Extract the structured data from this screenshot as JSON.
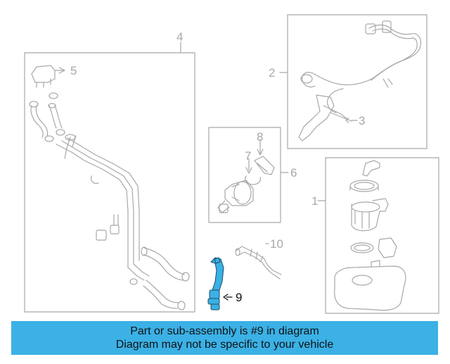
{
  "callouts": {
    "c1": "1",
    "c2": "2",
    "c3": "3",
    "c4": "4",
    "c5": "5",
    "c6": "6",
    "c7": "7",
    "c8": "8",
    "c9": "9",
    "c10": "10"
  },
  "highlighted_part": "9",
  "colors": {
    "line": "#a8a8a8",
    "highlight": "#3ab0e4",
    "banner": "#3bb1e6",
    "text": "#111111"
  },
  "banner": {
    "line1": "Part or sub-assembly is #9 in diagram",
    "line2": "Diagram may not be specific to your vehicle"
  }
}
